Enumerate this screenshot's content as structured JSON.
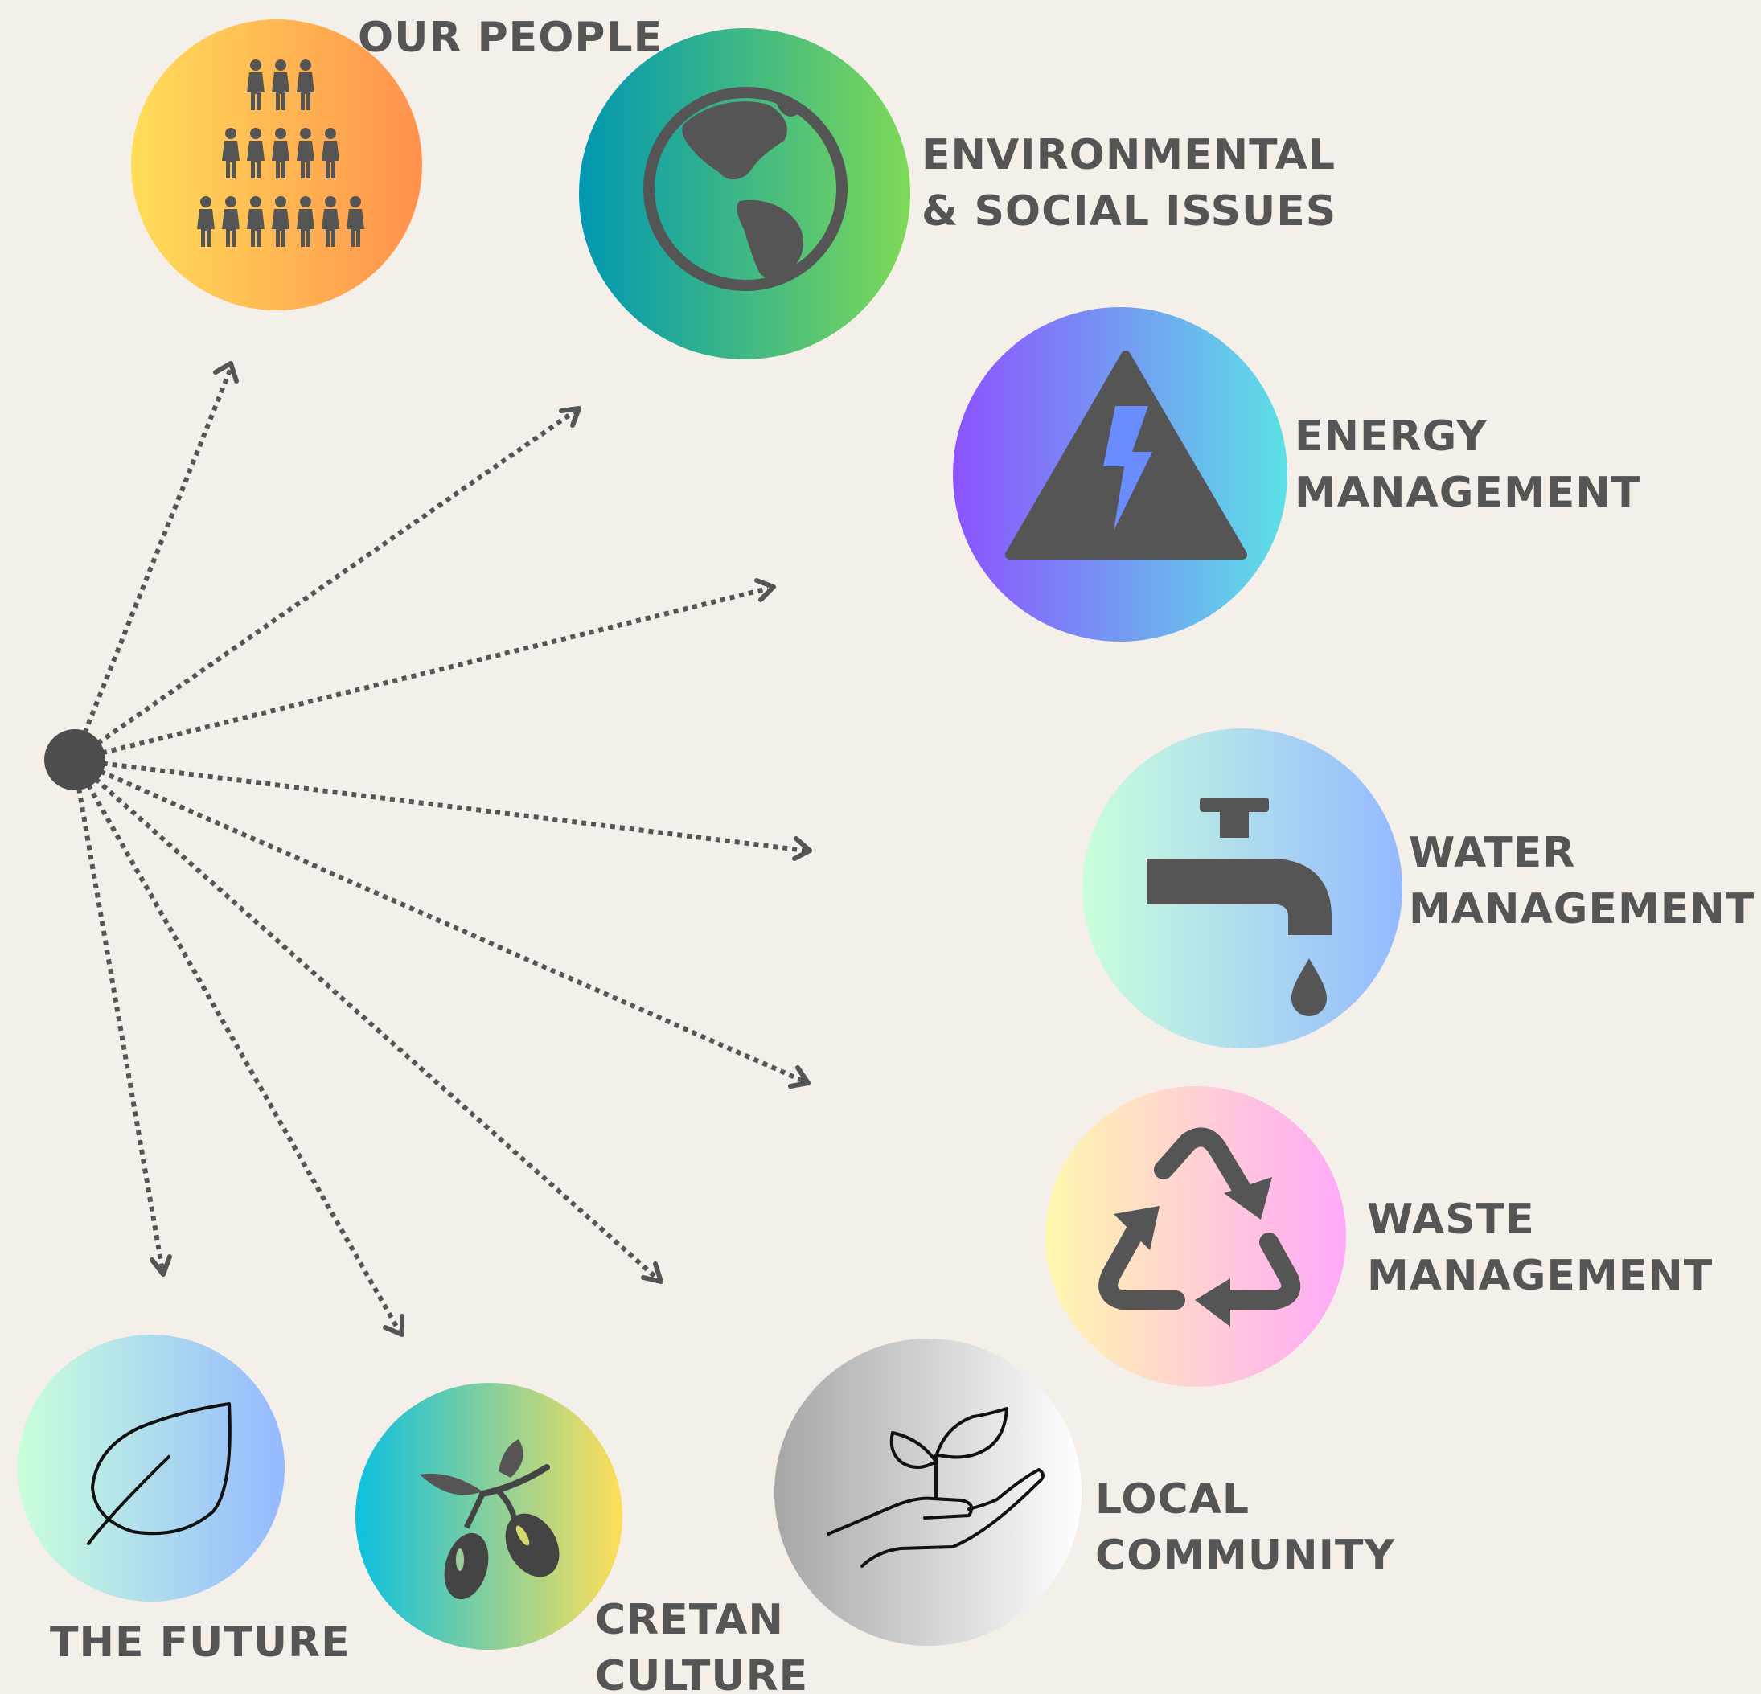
{
  "hub": {
    "name": "hub-node"
  },
  "topics": [
    {
      "id": "our-people",
      "label_lines": [
        "OUR PEOPLE"
      ],
      "icon": "people-pyramid-icon",
      "gradient": [
        "#ffde59",
        "#ff914d"
      ]
    },
    {
      "id": "environmental",
      "label_lines": [
        "ENVIRONMENTAL",
        "& SOCIAL ISSUES"
      ],
      "icon": "globe-icon",
      "gradient": [
        "#0097b2",
        "#7ed957"
      ]
    },
    {
      "id": "energy",
      "label_lines": [
        "ENERGY",
        "MANAGEMENT"
      ],
      "icon": "high-voltage-icon",
      "gradient": [
        "#8c52ff",
        "#5ce1e6"
      ]
    },
    {
      "id": "water",
      "label_lines": [
        "WATER",
        "MANAGEMENT"
      ],
      "icon": "water-tap-icon",
      "gradient": [
        "#c9ffdb",
        "#94b9ff"
      ]
    },
    {
      "id": "waste",
      "label_lines": [
        "WASTE",
        "MANAGEMENT"
      ],
      "icon": "recycle-icon",
      "gradient": [
        "#fff7ad",
        "#ffa9f9"
      ]
    },
    {
      "id": "local-community",
      "label_lines": [
        "LOCAL",
        "COMMUNITY"
      ],
      "icon": "hand-sprout-icon",
      "gradient": [
        "#a6a6a6",
        "#ffffff"
      ]
    },
    {
      "id": "cretan-culture",
      "label_lines": [
        "CRETAN",
        "CULTURE"
      ],
      "icon": "olive-branch-icon",
      "gradient": [
        "#0cc0df",
        "#ffde59"
      ]
    },
    {
      "id": "the-future",
      "label_lines": [
        "THE FUTURE"
      ],
      "icon": "leaf-icon",
      "gradient": [
        "#c9ffdb",
        "#94b9ff"
      ]
    }
  ],
  "colors": {
    "background": "#f5efea",
    "text": "#555555",
    "connector": "#555555",
    "icon": "#555555"
  }
}
